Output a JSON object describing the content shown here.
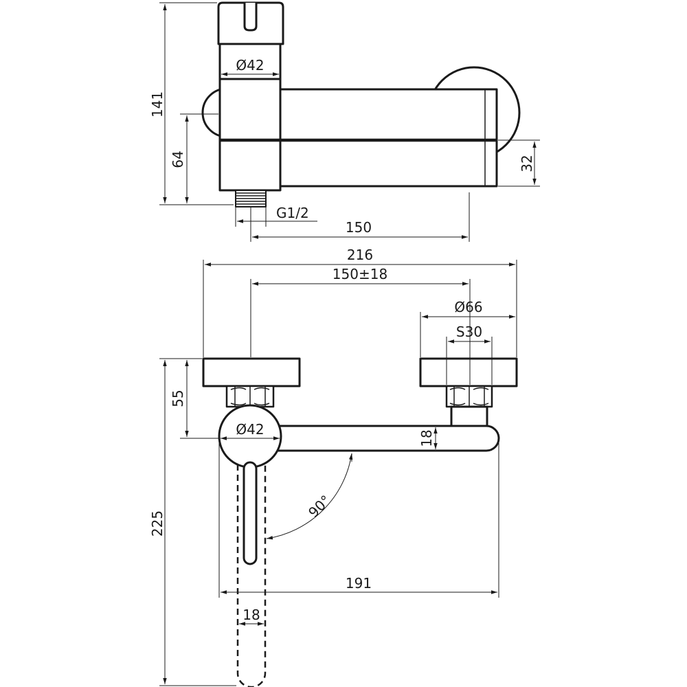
{
  "side_view": {
    "dim_diameter": "Ø42",
    "dim_height_total": "141",
    "dim_height_inlet": "64",
    "dim_spout_height": "32",
    "dim_thread": "G1/2",
    "dim_spout_reach": "150"
  },
  "top_view": {
    "dim_overall_width": "216",
    "dim_center_distance": "150±18",
    "dim_flange_diameter": "Ø66",
    "dim_nut_size": "S30",
    "dim_wall_depth": "55",
    "dim_body_diameter": "Ø42",
    "dim_spout_thickness": "18",
    "dim_spout_length": "191",
    "dim_lever_length": "225",
    "dim_lever_width": "18",
    "dim_swing_angle": "90°"
  }
}
